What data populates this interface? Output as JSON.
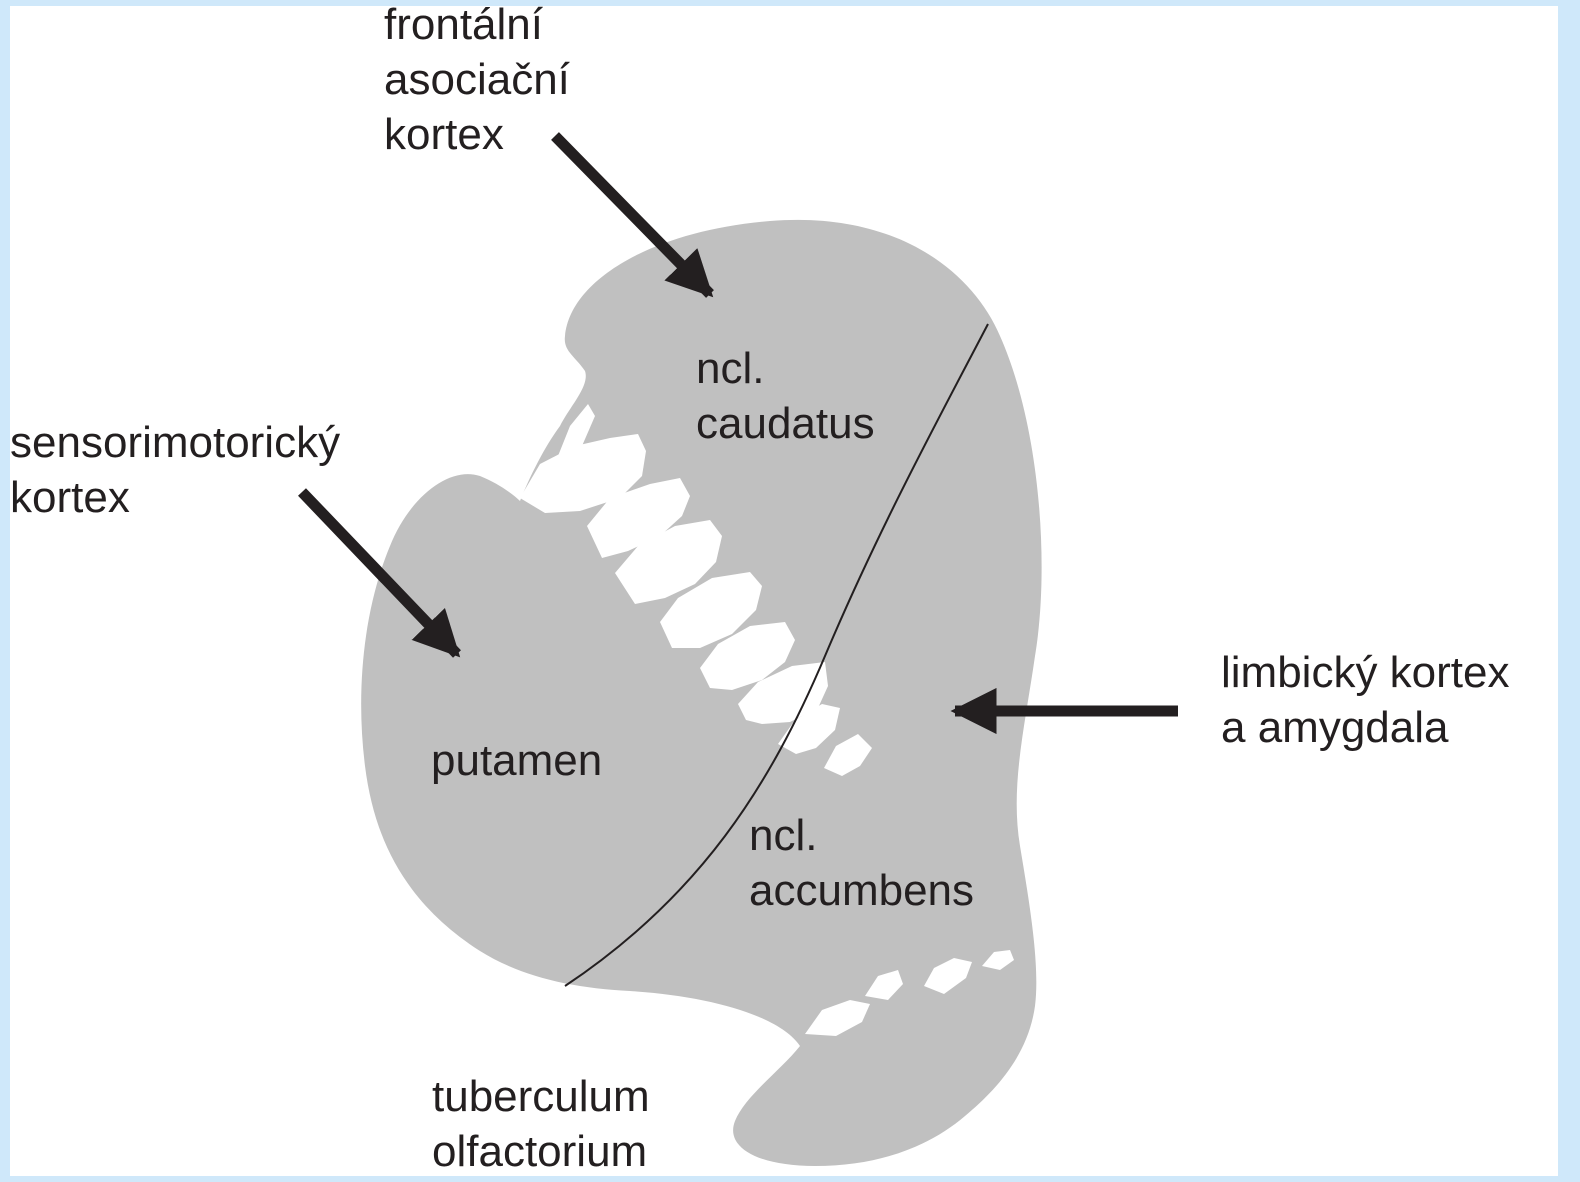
{
  "colors": {
    "border": "#cfe8fa",
    "background": "#ffffff",
    "striatum_fill": "#c0c0c0",
    "gaps": "#ffffff",
    "ink": "#231f20"
  },
  "labels": {
    "frontal": [
      "frontální",
      "asociační",
      "kortex"
    ],
    "sensorimotor": [
      "sensorimotorický",
      "kortex"
    ],
    "limbic": [
      "limbický kortex",
      "a amygdala"
    ],
    "caudatus": [
      "ncl.",
      "caudatus"
    ],
    "putamen": [
      "putamen"
    ],
    "accumbens": [
      "ncl.",
      "accumbens"
    ],
    "tuberculum": [
      "tuberculum",
      "olfactorium"
    ]
  },
  "icons": {
    "arrow": "arrow-icon"
  }
}
